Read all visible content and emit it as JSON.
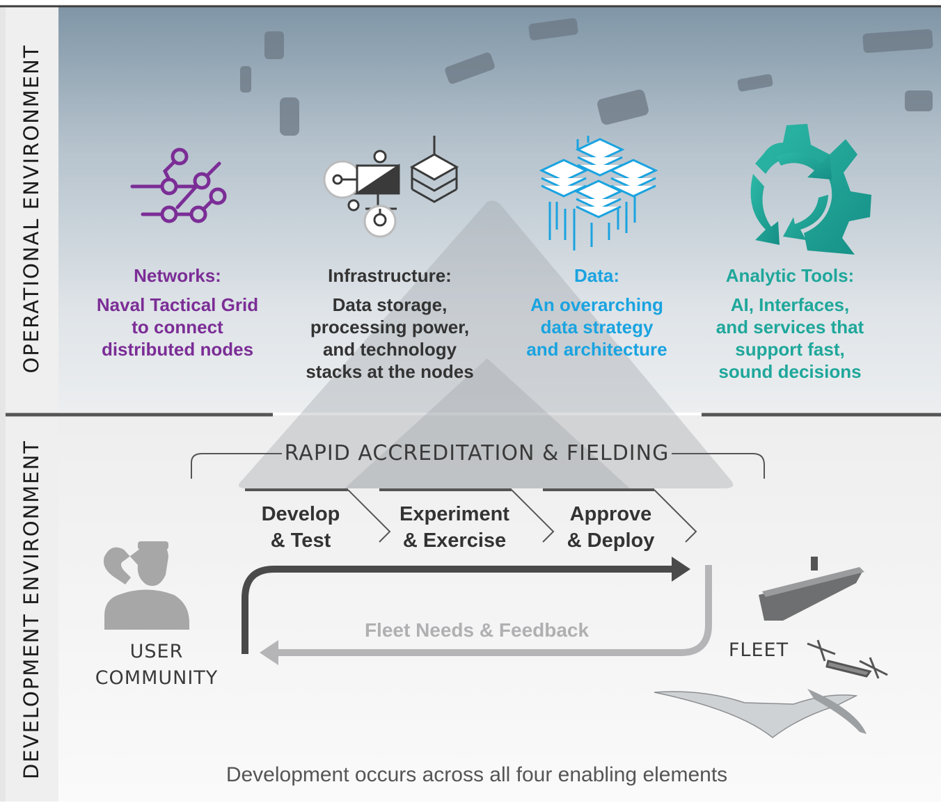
{
  "sections": {
    "operational_label": "OPERATIONAL ENVIRONMENT",
    "development_label": "DEVELOPMENT ENVIRONMENT"
  },
  "enablers": [
    {
      "title": "Networks:",
      "lines": [
        "Naval Tactical Grid",
        "to connect",
        "distributed nodes"
      ],
      "color": "#7b2d96",
      "icon": "network-nodes-icon"
    },
    {
      "title": "Infrastructure:",
      "lines": [
        "Data storage,",
        "processing power,",
        "and technology",
        "stacks at the nodes"
      ],
      "color": "#333333",
      "icon": "server-stack-icon"
    },
    {
      "title": "Data:",
      "lines": [
        "An overarching",
        "data strategy",
        "and architecture"
      ],
      "color": "#1aa3e0",
      "icon": "data-layers-icon"
    },
    {
      "title": "Analytic Tools:",
      "lines": [
        "AI, Interfaces,",
        "and services that",
        "support fast,",
        "sound decisions"
      ],
      "color": "#1fa79b",
      "icon": "gear-cycle-icon"
    }
  ],
  "rapid_title": "RAPID ACCREDITATION & FIELDING",
  "steps": [
    {
      "line1": "Develop",
      "line2": "& Test"
    },
    {
      "line1": "Experiment",
      "line2": "& Exercise"
    },
    {
      "line1": "Approve",
      "line2": "& Deploy"
    }
  ],
  "feedback_label": "Fleet Needs & Feedback",
  "user_community": {
    "line1": "USER",
    "line2": "COMMUNITY",
    "icon": "saluting-sailor-icon"
  },
  "fleet": {
    "label": "FLEET",
    "icons": [
      "aircraft-carrier-icon",
      "tiltrotor-aircraft-icon",
      "uav-drone-icon"
    ]
  },
  "footer_note": "Development occurs across all four enabling elements",
  "colors": {
    "networks": "#7b2d96",
    "data": "#1aa3e0",
    "analytics": "#1fa79b",
    "dark_arrow": "#4a4a4a",
    "light_arrow": "#b5b5b7"
  }
}
